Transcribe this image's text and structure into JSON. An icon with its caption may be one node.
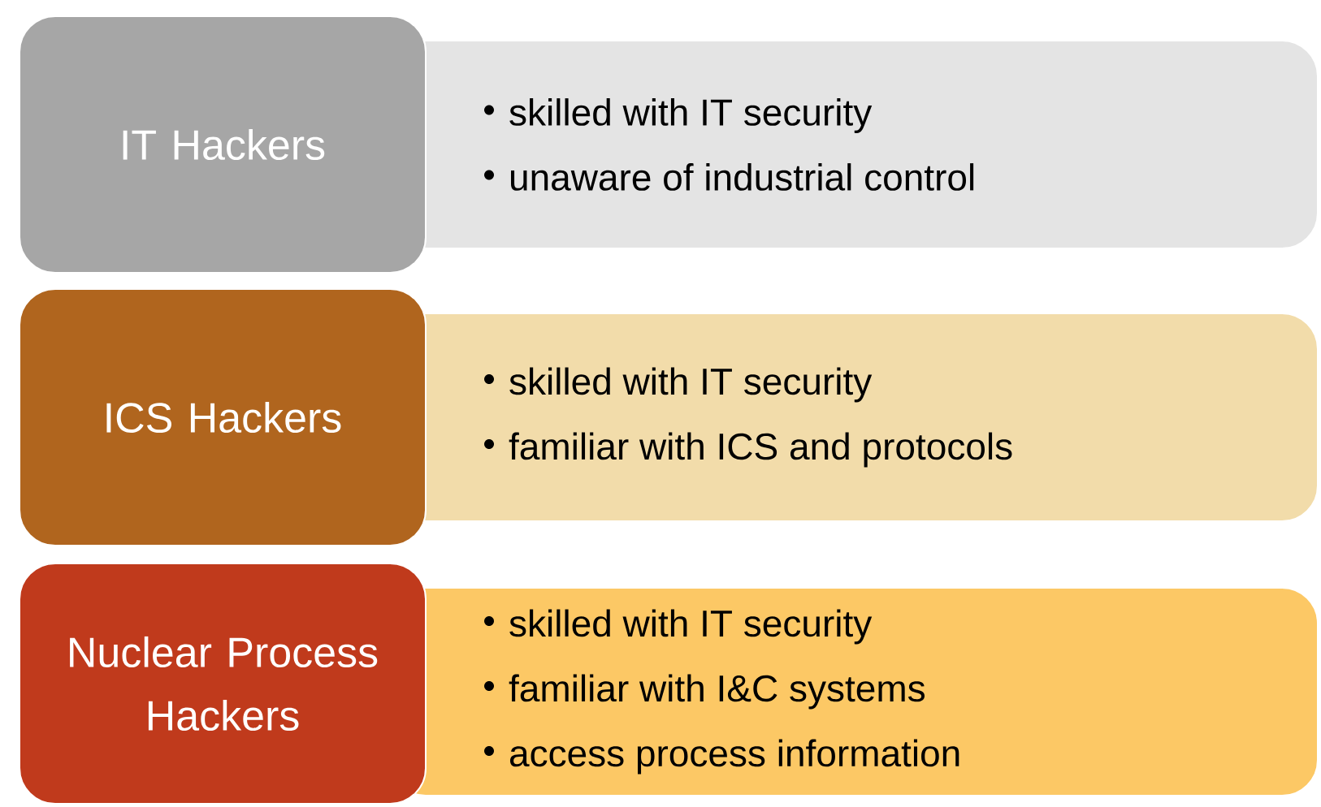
{
  "diagram": {
    "nodes": [
      {
        "text": [
          "IT Hackers"
        ]
      },
      {
        "text": [
          "skilled with IT security",
          "unaware of industrial control"
        ]
      },
      {
        "text": [
          "ICS Hackers"
        ]
      },
      {
        "text": [
          "skilled with IT security",
          "familiar with ICS and protocols"
        ]
      },
      {
        "text": [
          "Nuclear Process Hackers"
        ]
      },
      {
        "text": [
          "skilled with IT security",
          "familiar with I&C systems",
          "access process information"
        ]
      }
    ]
  }
}
